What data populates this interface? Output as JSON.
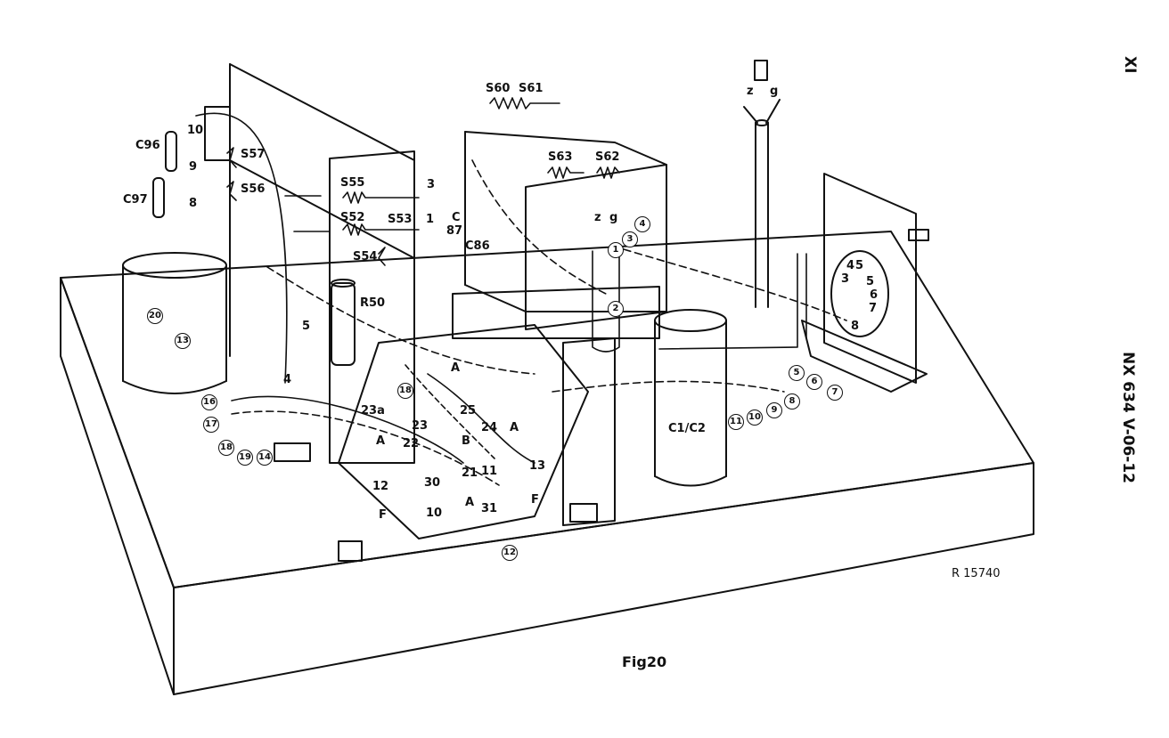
{
  "page_marker": "XI",
  "doc_code": "NX 634 V-06-12",
  "ref": "R 15740",
  "fig": "Fig20",
  "labels": {
    "c96": "C96",
    "c97": "C97",
    "c86": "C86",
    "c87a": "C",
    "c87b": "87",
    "c1c2": "C1/C2",
    "r50": "R50",
    "s55": "S55",
    "s52": "S52",
    "s53": "S53",
    "s54": "S54",
    "s57": "S57",
    "s56": "S56",
    "s60": "S60",
    "s61": "S61",
    "s62": "S62",
    "s63": "S63",
    "t10": "10",
    "t9": "9",
    "t8": "8",
    "t3": "3",
    "t1": "1",
    "t5": "5",
    "t4": "4",
    "z1": "z",
    "g1": "g",
    "z2": "z",
    "g2": "g",
    "a1": "A",
    "a2": "A",
    "a3": "A",
    "a4": "A",
    "b": "B",
    "f1": "F",
    "f2": "F",
    "n23a": "23a",
    "n23": "23",
    "n25": "25",
    "n22": "22",
    "n24": "24",
    "n21": "21",
    "n11": "11",
    "n13": "13",
    "n30": "30",
    "n12": "12",
    "n10": "10",
    "n31": "31",
    "s1": "5",
    "s2": "4",
    "s3": "3",
    "s4": "5",
    "s5": "6",
    "s6": "7",
    "s7": "8"
  },
  "circled": [
    "20",
    "13",
    "16",
    "17",
    "18",
    "19",
    "14",
    "18",
    "12",
    "1",
    "2",
    "3",
    "4",
    "5",
    "6",
    "7",
    "11",
    "10",
    "9",
    "8"
  ]
}
